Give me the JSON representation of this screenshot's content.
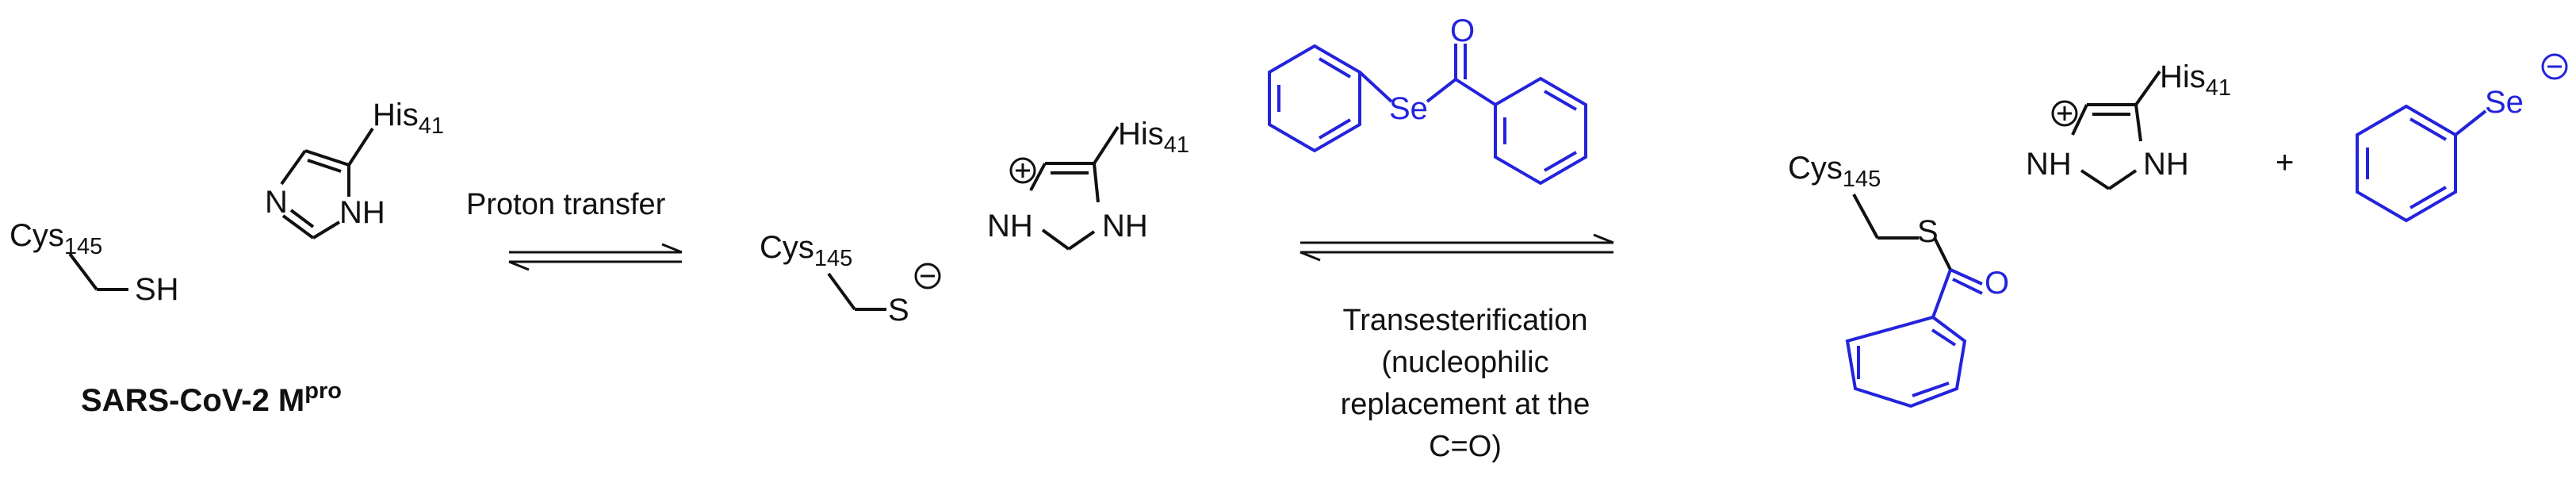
{
  "colors": {
    "black": "#111111",
    "blue": "#2323dc"
  },
  "title": {
    "main": "SARS-CoV-2 M",
    "sup": "pro"
  },
  "residues": {
    "cys": "Cys",
    "cys_num": "145",
    "his": "His",
    "his_num": "41"
  },
  "atoms": {
    "sh": "SH",
    "s": "S",
    "n": "N",
    "nh": "NH",
    "se": "Se",
    "o": "O"
  },
  "charges": {
    "plus": "+",
    "minus": "−"
  },
  "plus_sign": "+",
  "step1": {
    "label": "Proton transfer"
  },
  "step2": {
    "lines": [
      "Transesterification",
      "(nucleophilic",
      "replacement  at the",
      "C=O)"
    ]
  }
}
